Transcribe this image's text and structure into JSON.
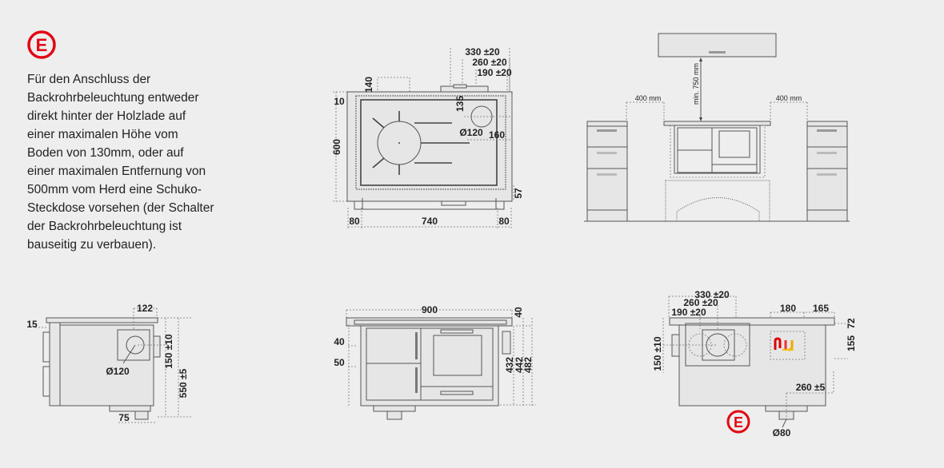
{
  "logo_letter": "E",
  "description_lines": [
    "Für den Anschluss der",
    "Backrohrbeleuchtung entweder",
    "direkt hinter der Holzlade auf",
    "einer maximalen Höhe vom",
    "Boden von 130mm, oder auf",
    "einer maximalen Entfernung von",
    "500mm vom Herd eine Schuko-",
    "Steckdose vorsehen (der Schalter",
    "der Backrohrbeleuchtung ist",
    "bauseitig zu verbauen)."
  ],
  "top_view": {
    "d330": "330 ±20",
    "d260": "260 ±20",
    "d190": "190 ±20",
    "d140": "140",
    "d10": "10",
    "d135": "135",
    "d120": "Ø120",
    "d160": "160",
    "d600": "600",
    "d57": "57",
    "d80l": "80",
    "d740": "740",
    "d80r": "80"
  },
  "installation_view": {
    "left_gap": "400 mm",
    "right_gap": "400 mm",
    "min_height": "min. 750 mm"
  },
  "side_view": {
    "d15": "15",
    "d122": "122",
    "d120": "Ø120",
    "d150": "150 ±10",
    "d550": "550 ±5",
    "d75": "75"
  },
  "front_view": {
    "d900": "900",
    "d40top": "40",
    "d40": "40",
    "d50": "50",
    "d432": "432",
    "d442": "442",
    "d482": "482"
  },
  "back_view": {
    "d330": "330 ±20",
    "d260": "260 ±20",
    "d190": "190 ±20",
    "d180": "180",
    "d165": "165",
    "d72": "72",
    "d155": "155",
    "d150": "150 ±10",
    "d260_5": "260 ±5",
    "d80": "Ø80",
    "logo_letter": "E"
  },
  "colors": {
    "logo_red": "#e30613",
    "background": "#eeeeee"
  }
}
